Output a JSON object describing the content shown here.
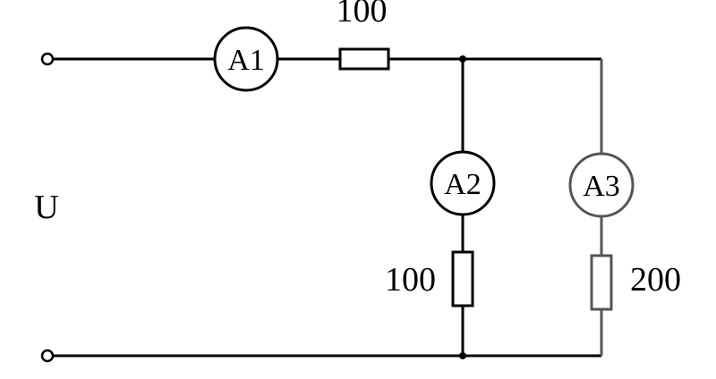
{
  "circuit": {
    "source_label": "U",
    "series_resistor": "100",
    "branch_resistor_1": "100",
    "branch_resistor_2": "200",
    "ammeters": [
      "A1",
      "A2",
      "A3"
    ]
  },
  "colors": {
    "wire": "#000000",
    "branch_3_wire": "#555555",
    "background": "#ffffff"
  }
}
